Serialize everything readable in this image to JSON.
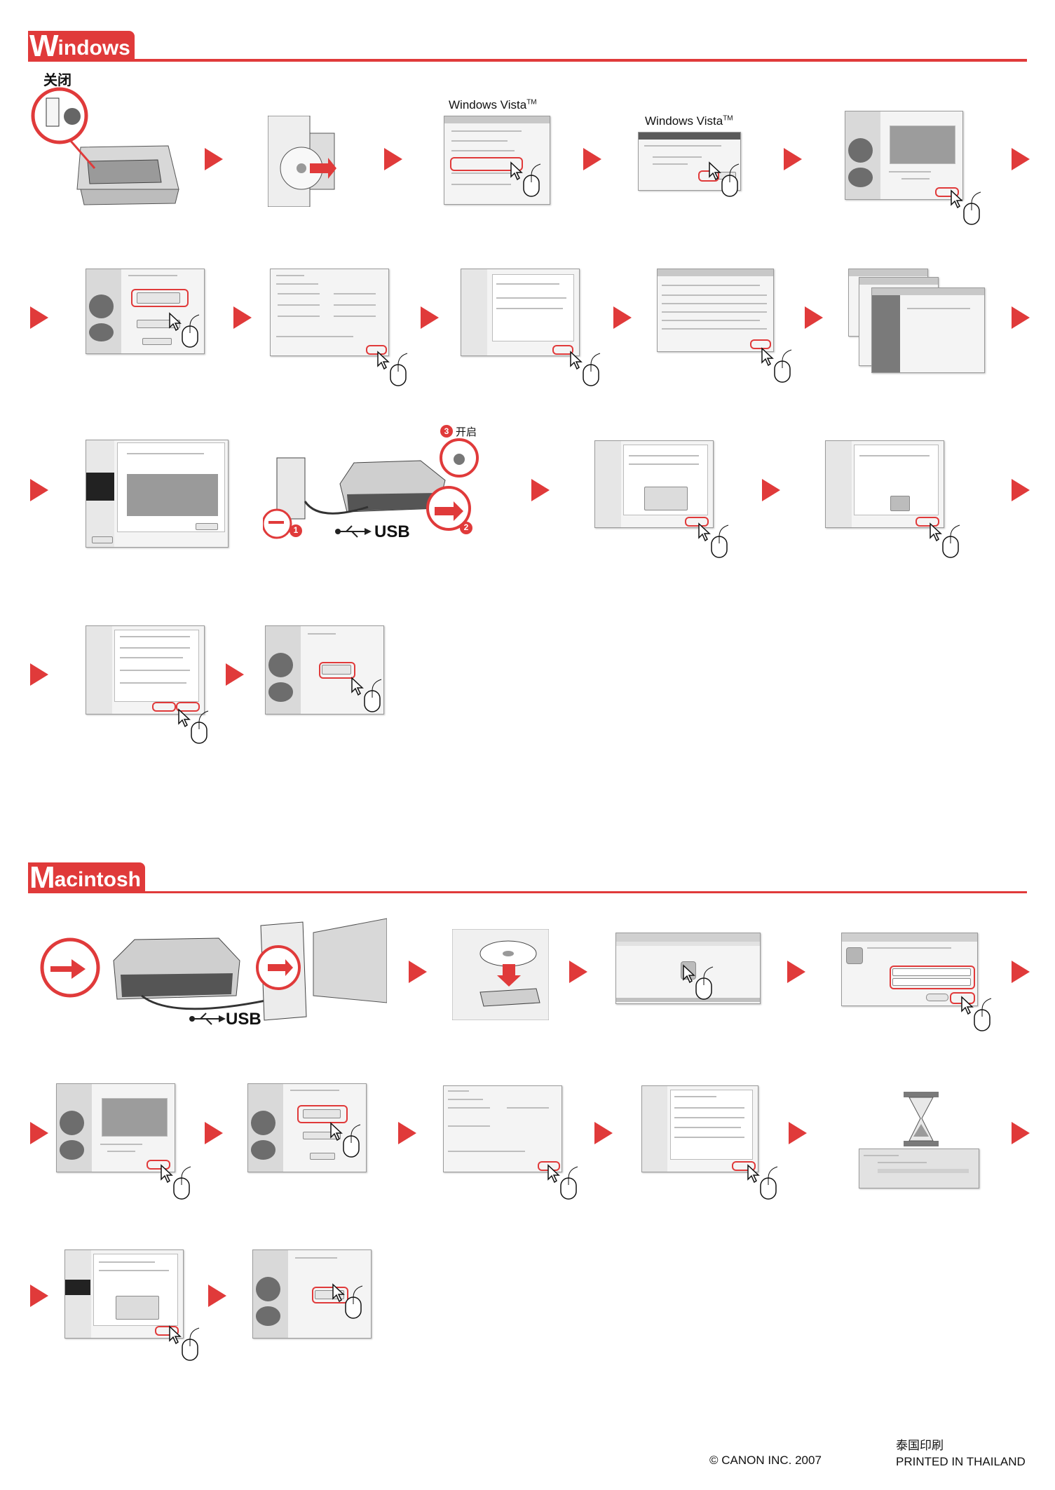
{
  "windows": {
    "banner_initial": "W",
    "banner_rest": "indows",
    "close_label": "关闭",
    "vista_caption_1": "Windows Vista",
    "vista_caption_2": "Windows Vista",
    "vista_sup": "TM",
    "power_on_label": "开启",
    "usb_label": "USB",
    "step_numbers": [
      "1",
      "2",
      "3"
    ]
  },
  "mac": {
    "banner_initial": "M",
    "banner_rest": "acintosh",
    "usb_label": "USB"
  },
  "footer": {
    "copyright": "© CANON INC. 2007",
    "printed_cn": "泰国印刷",
    "printed_en": "PRINTED IN THAILAND"
  },
  "colors": {
    "accent": "#e03a3a"
  }
}
